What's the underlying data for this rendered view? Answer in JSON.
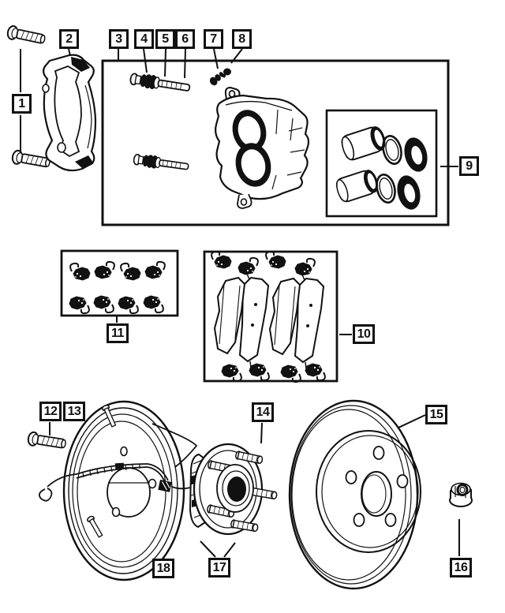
{
  "diagram": {
    "background_color": "#ffffff",
    "line_color": "#111111",
    "callouts": [
      {
        "label": "1"
      },
      {
        "label": "2"
      },
      {
        "label": "3"
      },
      {
        "label": "4"
      },
      {
        "label": "5"
      },
      {
        "label": "6"
      },
      {
        "label": "7"
      },
      {
        "label": "8"
      },
      {
        "label": "9"
      },
      {
        "label": "10"
      },
      {
        "label": "11"
      },
      {
        "label": "12"
      },
      {
        "label": "13"
      },
      {
        "label": "14"
      },
      {
        "label": "15"
      },
      {
        "label": "16"
      },
      {
        "label": "17"
      },
      {
        "label": "18"
      }
    ]
  }
}
